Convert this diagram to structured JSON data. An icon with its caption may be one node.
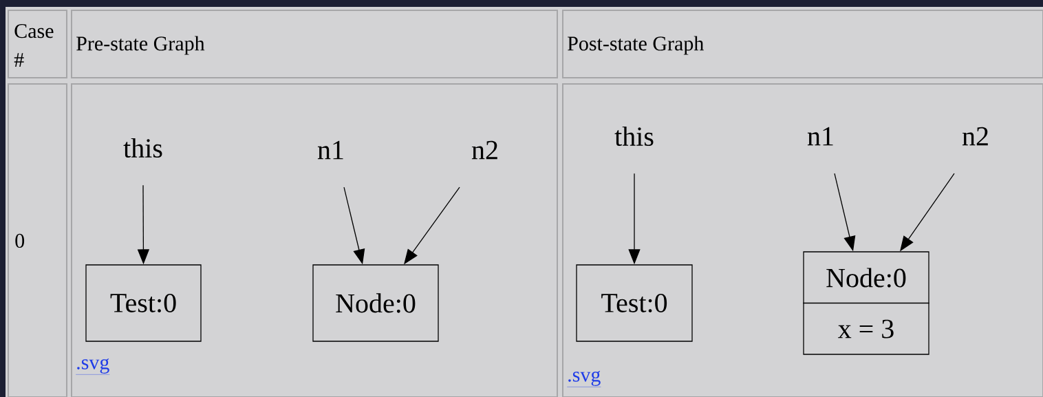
{
  "diagram": {
    "nodes": [
      {
        "text": [
          "this"
        ]
      },
      {
        "text": [
          "n1"
        ]
      },
      {
        "text": [
          "n2"
        ]
      },
      {
        "text": [
          "Test:0"
        ]
      },
      {
        "text": [
          "Node:0"
        ]
      },
      {
        "text": [
          "this"
        ]
      },
      {
        "text": [
          "n1"
        ]
      },
      {
        "text": [
          "n2"
        ]
      },
      {
        "text": [
          "Test:0"
        ]
      },
      {
        "text": [
          "Node:0",
          "x = 3"
        ]
      }
    ],
    "edges": [
      {
        "from": 0,
        "to": 3,
        "arrow": "to"
      },
      {
        "from": 1,
        "to": 4,
        "arrow": "to"
      },
      {
        "from": 2,
        "to": 4,
        "arrow": "to"
      },
      {
        "from": 5,
        "to": 8,
        "arrow": "to"
      },
      {
        "from": 6,
        "to": 9,
        "arrow": "to"
      },
      {
        "from": 7,
        "to": 9,
        "arrow": "to"
      }
    ],
    "labels": [
      "Case #",
      "Pre-state Graph",
      "Post-state Graph",
      "0",
      ".svg",
      ".svg"
    ]
  }
}
